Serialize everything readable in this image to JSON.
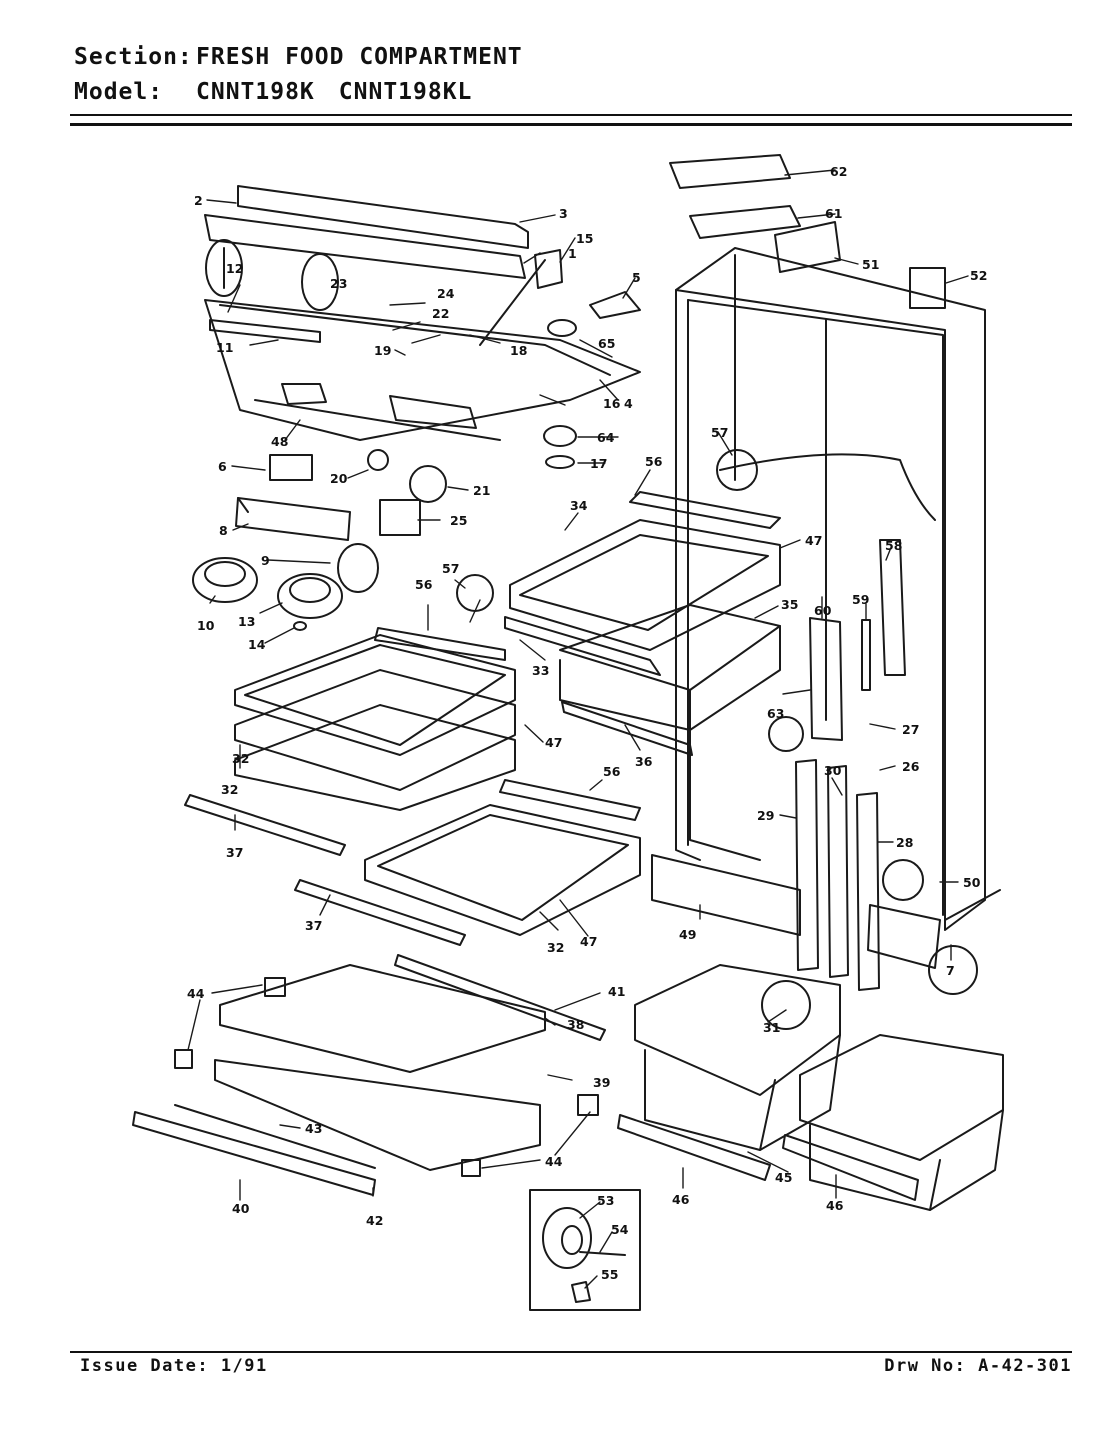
{
  "header": {
    "section_key": "Section:",
    "section_value": "FRESH FOOD COMPARTMENT",
    "model_key": "Model:",
    "model_values": [
      "CNNT198K",
      "CNNT198KL"
    ]
  },
  "footer": {
    "issue_date": "Issue Date: 1/91",
    "drawing_number": "Drw No: A-42-301"
  },
  "callouts": [
    "1",
    "2",
    "3",
    "4",
    "5",
    "6",
    "7",
    "8",
    "9",
    "10",
    "11",
    "12",
    "13",
    "14",
    "15",
    "16",
    "17",
    "18",
    "19",
    "20",
    "21",
    "22",
    "23",
    "24",
    "25",
    "26",
    "27",
    "28",
    "29",
    "30",
    "31",
    "32",
    "32",
    "32",
    "33",
    "34",
    "35",
    "36",
    "37",
    "37",
    "38",
    "39",
    "40",
    "41",
    "42",
    "43",
    "44",
    "44",
    "44",
    "45",
    "46",
    "46",
    "47",
    "47",
    "47",
    "47",
    "48",
    "49",
    "50",
    "51",
    "52",
    "53",
    "54",
    "55",
    "56",
    "56",
    "56",
    "57",
    "57",
    "58",
    "59",
    "60",
    "61",
    "62",
    "63",
    "64",
    "65"
  ]
}
